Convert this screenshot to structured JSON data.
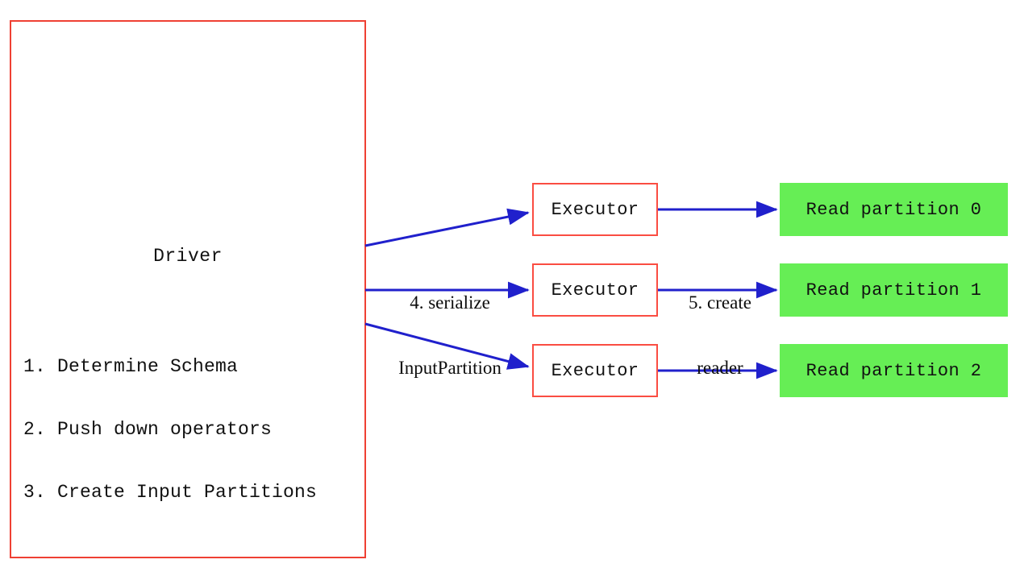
{
  "diagram": {
    "title": "Spark Data Source V2 read flow",
    "colors": {
      "driver_border": "#ef4033",
      "executor_border": "#fa4d42",
      "partition_fill": "#66ee55",
      "arrow": "#2020cc",
      "background": "#ffffff",
      "text": "#111111"
    },
    "driver": {
      "title": "Driver",
      "steps": [
        "1. Determine Schema",
        "2. Push down operators",
        "3. Create Input Partitions"
      ]
    },
    "executors": [
      {
        "label": "Executor"
      },
      {
        "label": "Executor"
      },
      {
        "label": "Executor"
      }
    ],
    "partitions": [
      {
        "label": "Read partition 0"
      },
      {
        "label": "Read partition 1"
      },
      {
        "label": "Read partition 2"
      }
    ],
    "edge_labels": {
      "serialize": {
        "line1": "4. serialize",
        "line2": "InputPartition"
      },
      "create_reader": {
        "line1": "5. create",
        "line2": "reader"
      }
    }
  }
}
